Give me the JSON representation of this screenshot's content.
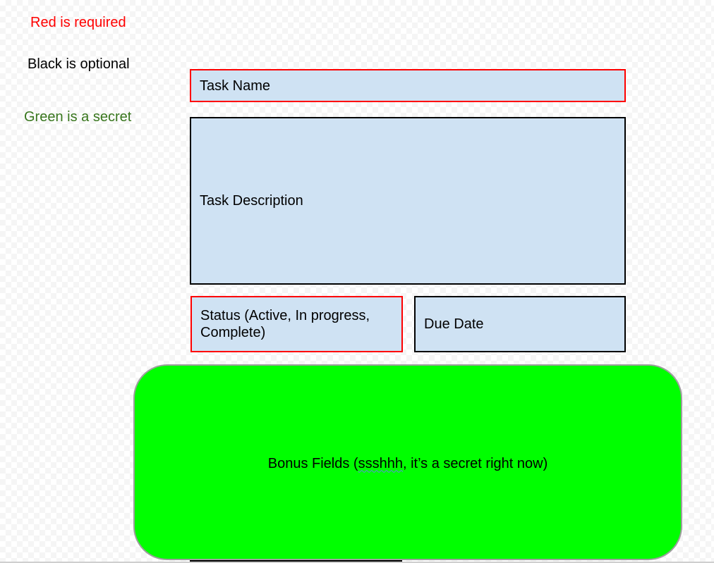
{
  "legend": {
    "required": "Red is required",
    "optional": "Black is optional",
    "secret": "Green is a secret"
  },
  "fields": {
    "task_name": "Task Name",
    "task_description": "Task Description",
    "status": "Status (Active, In progress, Complete)",
    "due_date": "Due Date"
  },
  "bonus": {
    "prefix": "Bonus Fields (",
    "misspelled_word": "ssshhh",
    "suffix": ", it’s a secret right now)"
  },
  "colors": {
    "required": "#ff0000",
    "optional": "#000000",
    "secret_text": "#38761d",
    "secret_fill": "#00ff00",
    "field_fill": "#cfe2f3"
  }
}
